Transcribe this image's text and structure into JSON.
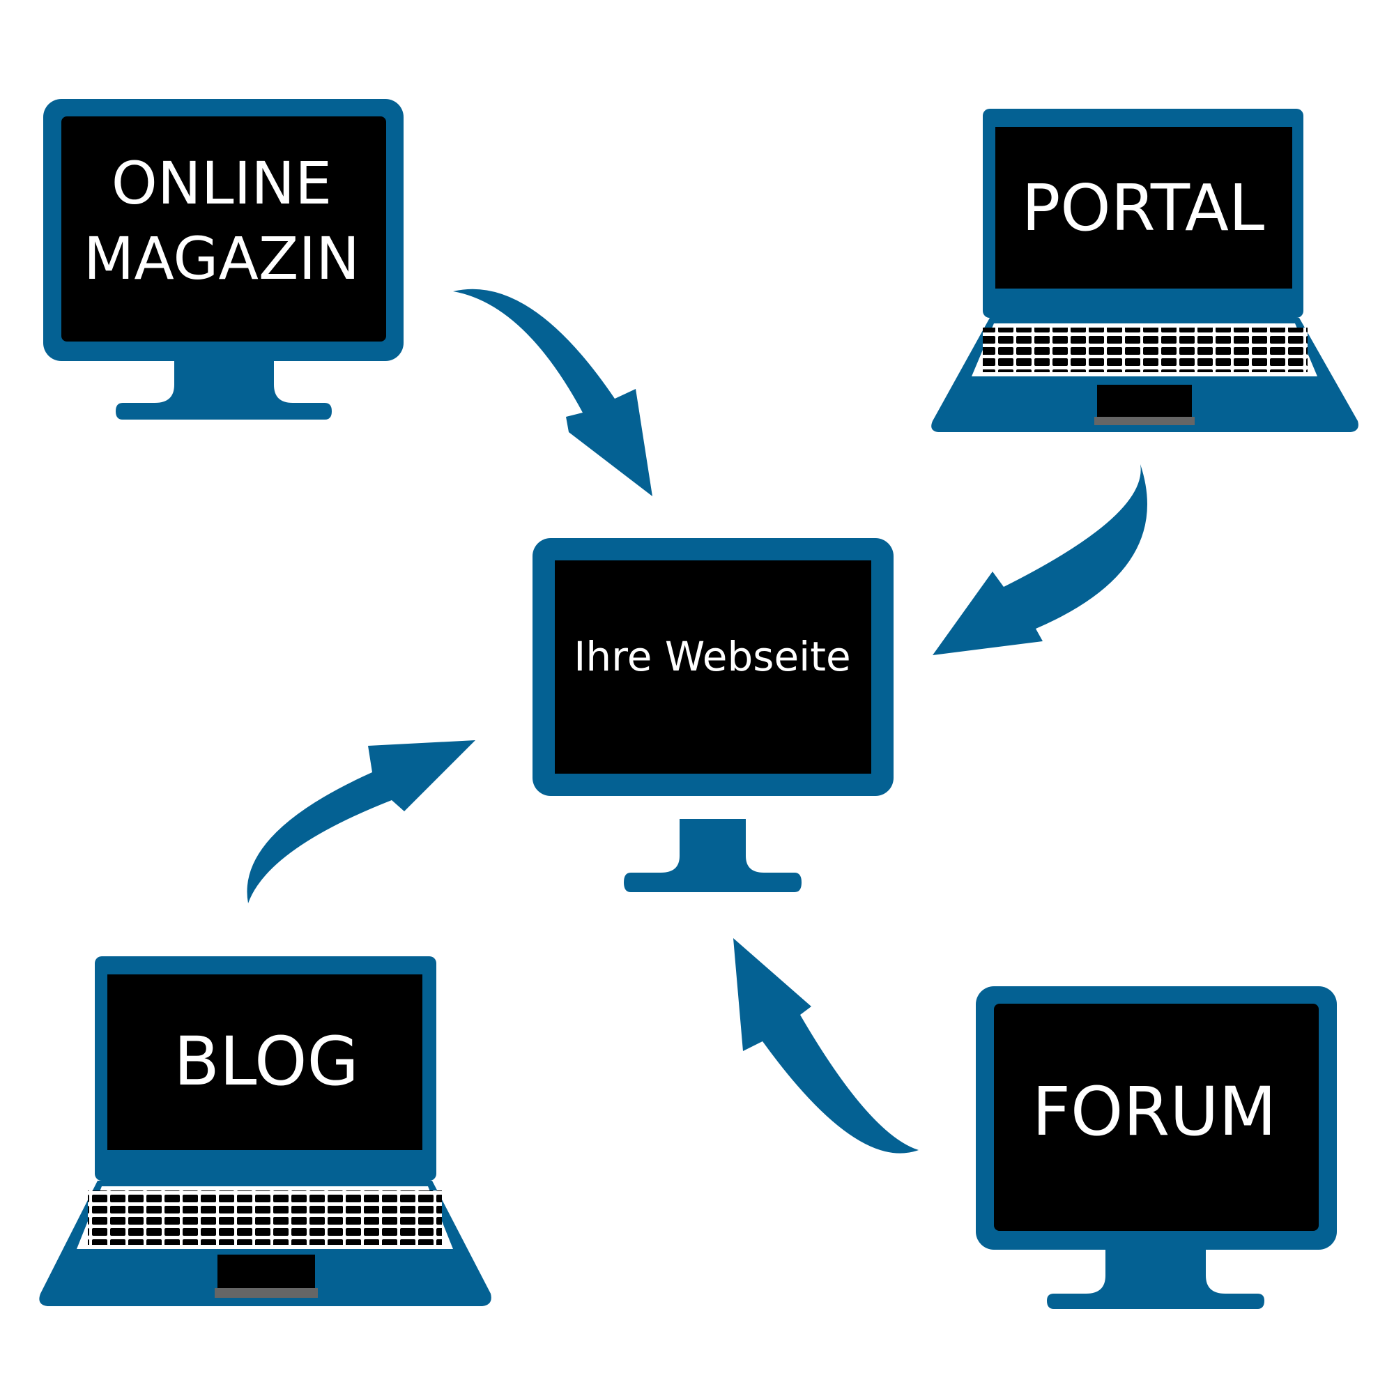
{
  "colors": {
    "device_blue": "#046193",
    "arrow_blue": "#046193",
    "screen": "#000000",
    "text": "#ffffff",
    "background": "#ffffff"
  },
  "center": {
    "label": "Ihre Webseite",
    "device": "monitor"
  },
  "sources": [
    {
      "id": "online-magazin",
      "line1": "ONLINE",
      "line2": "MAGAZIN",
      "device": "monitor"
    },
    {
      "id": "portal",
      "label": "PORTAL",
      "device": "laptop"
    },
    {
      "id": "blog",
      "label": "BLOG",
      "device": "laptop"
    },
    {
      "id": "forum",
      "label": "FORUM",
      "device": "monitor"
    }
  ],
  "arrows": [
    {
      "from": "online-magazin",
      "to": "center"
    },
    {
      "from": "portal",
      "to": "center"
    },
    {
      "from": "blog",
      "to": "center"
    },
    {
      "from": "forum",
      "to": "center"
    }
  ]
}
